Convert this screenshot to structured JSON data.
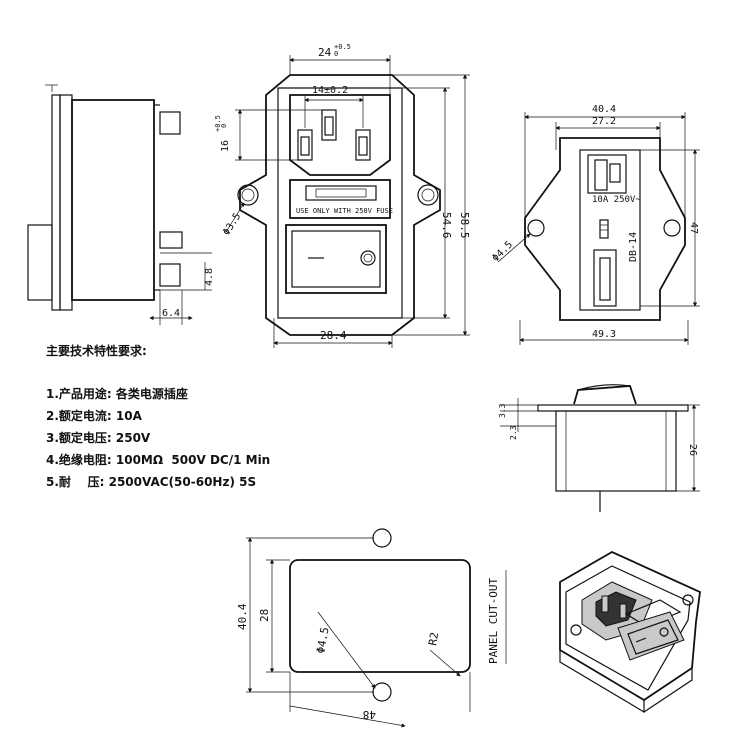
{
  "front_view": {
    "dim_top": "24",
    "dim_top_tol": "+0.5\n 0",
    "dim_pin_spacing": "14±0.2",
    "dim_pin_height": "16",
    "dim_pin_tol": "+0.5\n 0",
    "dim_hole": "Φ3.5",
    "dim_height_inner": "54.6",
    "dim_height_outer": "58.5",
    "dim_width_bottom": "28.4",
    "fuse_label": "USE ONLY WITH 250V FUSE"
  },
  "side_view": {
    "dim_tab_height": "4.8",
    "dim_tab_width": "6.4"
  },
  "right_view": {
    "dim_width_total": "40.4",
    "dim_width_inner": "27.2",
    "dim_height": "47",
    "dim_width_bottom": "49.3",
    "dim_hole": "Φ4.5",
    "rating_label": "10A 250V~",
    "model_label": "DB-14"
  },
  "profile_view": {
    "dim_a": "3.3",
    "dim_b": "2.3",
    "dim_depth": "26"
  },
  "cutout": {
    "dim_height_outer": "40.4",
    "dim_height_inner": "28",
    "dim_hole": "Φ4.5",
    "dim_radius": "R2",
    "dim_width": "48",
    "label": "PANEL CUT-OUT"
  },
  "specs": {
    "title": "主要技术特性要求:",
    "items": [
      "1.产品用途: 各类电源插座",
      "2.额定电流: 10A",
      "3.额定电压: 250V",
      "4.绝缘电阻: 100MΩ  500V DC/1 Min",
      "5.耐    压: 2500VAC(50-60Hz) 5S"
    ]
  }
}
